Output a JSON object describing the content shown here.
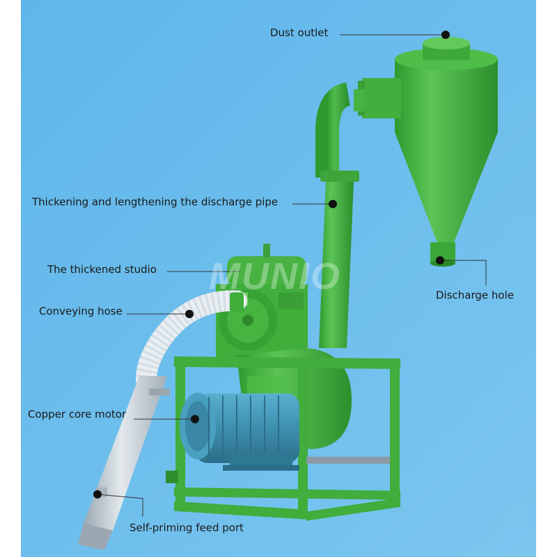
{
  "colors": {
    "background": "#62b8ea",
    "machine_green": "#3eb23a",
    "machine_green_dark": "#2a8a2a",
    "motor_blue": "#3e8fae",
    "hose_white": "#e8eef2",
    "tube_gray": "#b9c4cc",
    "callout_line": "#333333",
    "callout_dot": "#111111"
  },
  "watermark": "MUNIO",
  "labels": {
    "dust_outlet": "Dust outlet",
    "discharge_pipe": "Thickening and lengthening the discharge pipe",
    "studio": "The thickened studio",
    "discharge_hole": "Discharge hole",
    "conveying_hose": "Conveying hose",
    "motor": "Copper core motor",
    "feed_port": "Self-priming feed port"
  }
}
